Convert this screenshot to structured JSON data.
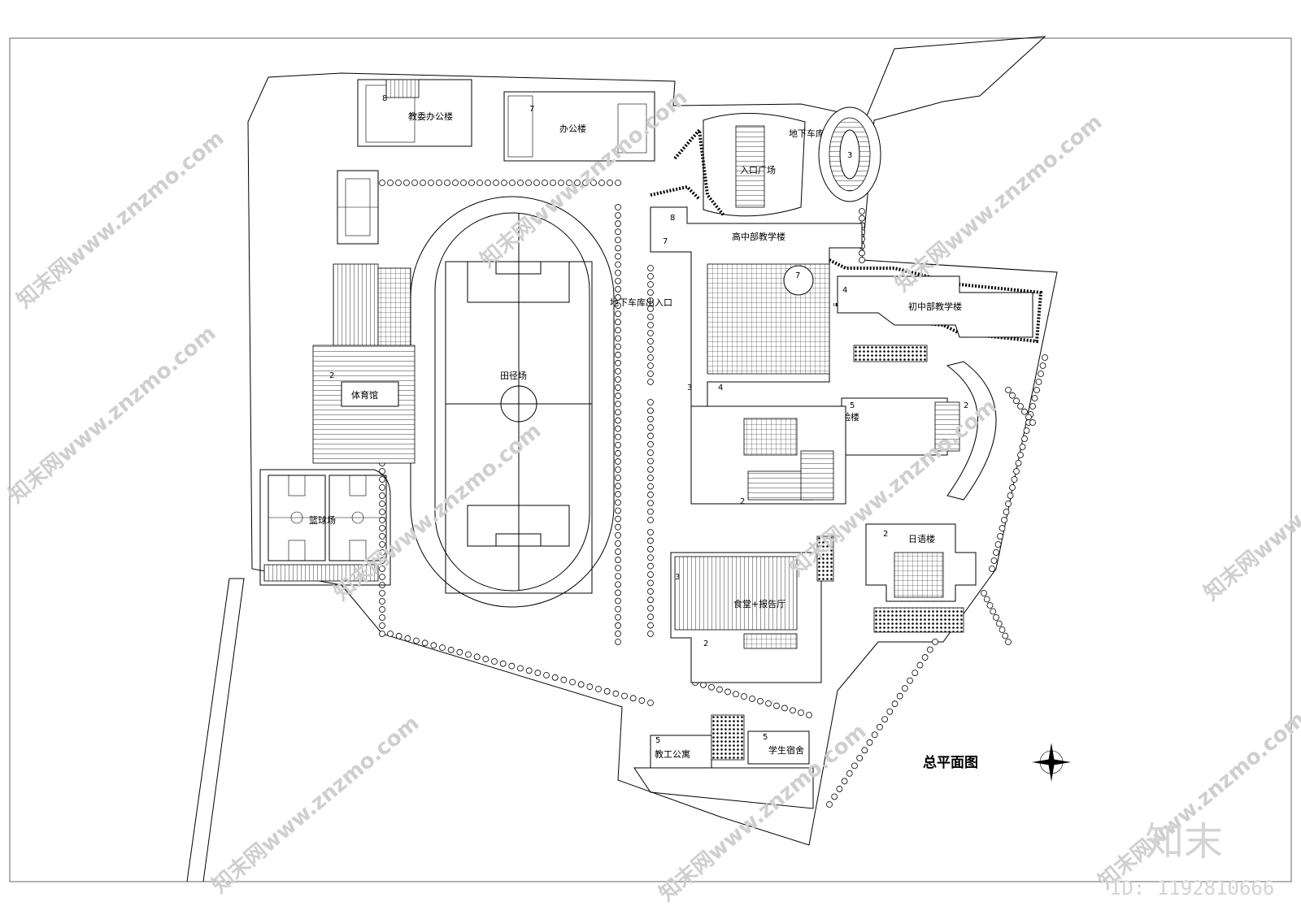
{
  "title": "总平面图",
  "labels": {
    "jiaowei": "教委办公楼",
    "bangong": "办公楼",
    "garage_top": "地下车库出入口",
    "entrance_plaza": "入口广场",
    "high_school": "高中部教学楼",
    "garage_mid": "地下车库出入口",
    "track": "田径场",
    "gym": "体育馆",
    "junior": "初中部教学楼",
    "lab": "综合实验楼",
    "japanese": "日语楼",
    "basketball": "篮球场",
    "canteen": "食堂+报告厅",
    "staff_apt": "教工公寓",
    "dorm": "学生宿舍"
  },
  "floors": {
    "jiaowei": "8",
    "bangong": "7",
    "round_bld": "3",
    "hs_8": "8",
    "hs_7": "7",
    "court_7": "7",
    "junior_4": "4",
    "gym_2": "2",
    "court_3": "3",
    "court_4": "4",
    "lab_5": "5",
    "lab_2": "2",
    "lab_2b": "2",
    "japanese_2": "2",
    "canteen_3": "3",
    "canteen_2": "2",
    "staff_5": "5",
    "dorm_5": "5"
  },
  "watermark": {
    "text": "知末网www.znzmo.com",
    "brand": "知末",
    "id": "ID: 1192810666"
  },
  "icons": {
    "compass": "north-arrow-compass-icon"
  }
}
